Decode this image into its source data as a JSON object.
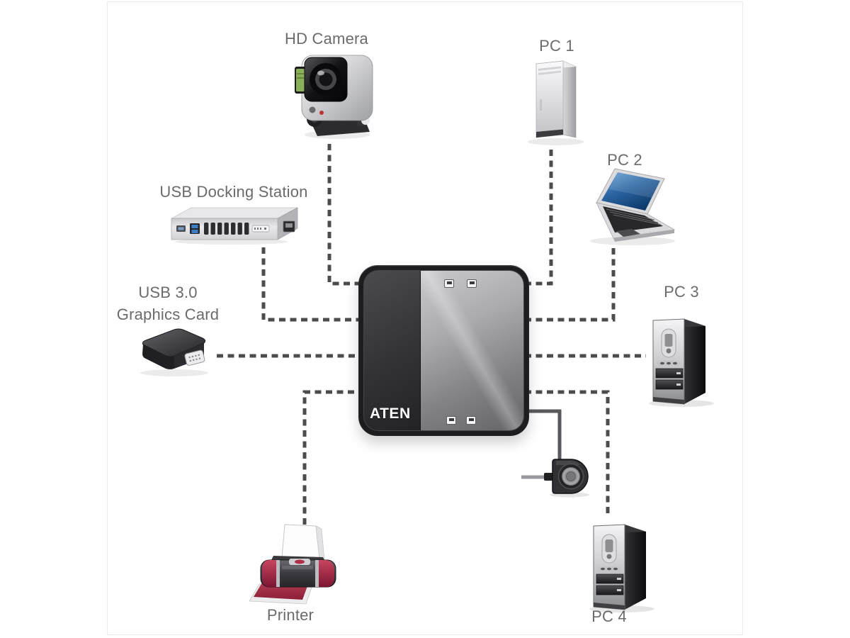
{
  "frame": {
    "border_color": "#ebebed"
  },
  "switch": {
    "brand_logo": "ATEN",
    "port_led_count": 4
  },
  "devices": {
    "hd_camera": {
      "label": "HD Camera",
      "type": "action-camera"
    },
    "usb_docking_station": {
      "label": "USB Docking Station",
      "type": "docking-station"
    },
    "usb_graphics_card": {
      "label_line1": "USB 3.0",
      "label_line2": "Graphics Card",
      "type": "usb-graphics-adapter"
    },
    "printer": {
      "label": "Printer",
      "type": "photo-printer"
    },
    "pc1": {
      "label": "PC 1",
      "type": "desktop-tower-silver"
    },
    "pc2": {
      "label": "PC 2",
      "type": "laptop"
    },
    "pc3": {
      "label": "PC 3",
      "type": "desktop-tower-black"
    },
    "pc4": {
      "label": "PC 4",
      "type": "desktop-tower-black"
    },
    "remote_port_selector": {
      "type": "remote-port-selector-button"
    }
  },
  "connections": [
    {
      "from": "hd_camera",
      "to": "switch",
      "style": "dashed"
    },
    {
      "from": "usb_docking_station",
      "to": "switch",
      "style": "dashed"
    },
    {
      "from": "usb_graphics_card",
      "to": "switch",
      "style": "dashed"
    },
    {
      "from": "printer",
      "to": "switch",
      "style": "dashed"
    },
    {
      "from": "pc1",
      "to": "switch",
      "style": "dashed"
    },
    {
      "from": "pc2",
      "to": "switch",
      "style": "dashed"
    },
    {
      "from": "pc3",
      "to": "switch",
      "style": "dashed"
    },
    {
      "from": "pc4",
      "to": "switch",
      "style": "dashed"
    },
    {
      "from": "remote_port_selector",
      "to": "switch",
      "style": "solid-cable"
    }
  ],
  "colors": {
    "dashed_line": "#4c4c4e",
    "solid_line": "#59595d",
    "cable_grey": "#9b9b9f",
    "label_text": "#6b6b6d",
    "laptop_screen_blue": "#2f6ea9",
    "printer_accent_red": "#a52a47",
    "camera_screen_green": "#8ab05a",
    "usb_port_blue": "#3b7fc4"
  }
}
